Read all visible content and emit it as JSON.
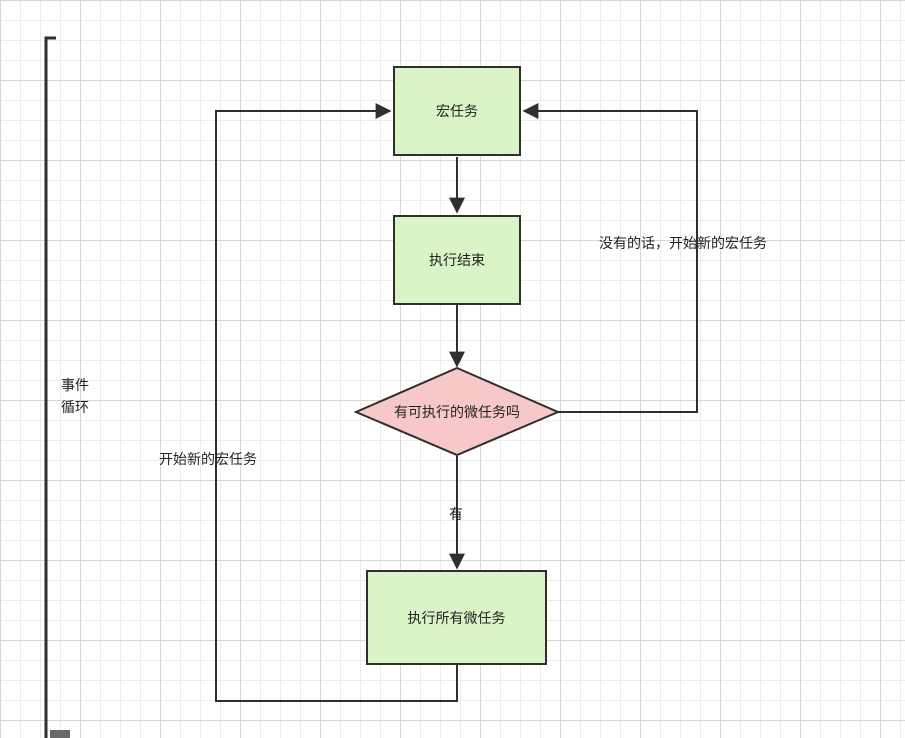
{
  "side_label": {
    "line1": "事件",
    "line2": "循环"
  },
  "nodes": {
    "macro_task": "宏任务",
    "exec_end": "执行结束",
    "decision": "有可执行的微任务吗",
    "exec_all_micro": "执行所有微任务"
  },
  "edges": {
    "no_label": "没有的话，开始新的宏任务",
    "yes_label": "有",
    "loop_label": "开始新的宏任务"
  },
  "colors": {
    "process_fill": "#d9f4c7",
    "decision_fill": "#f8c8c8",
    "stroke": "#2f2f2f"
  }
}
